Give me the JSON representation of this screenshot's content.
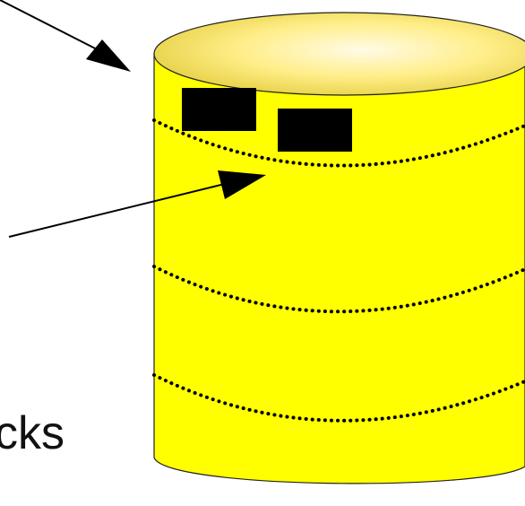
{
  "diagram": {
    "caption": "cks",
    "colors": {
      "cylinder_fill": "#ffff00",
      "cylinder_top_light": "#fffbe0",
      "cylinder_top_shade": "#eedd55",
      "outline": "#111111",
      "blocks": "#000000",
      "arrows": "#000000"
    },
    "block_count": 2,
    "track_line_count": 3
  }
}
